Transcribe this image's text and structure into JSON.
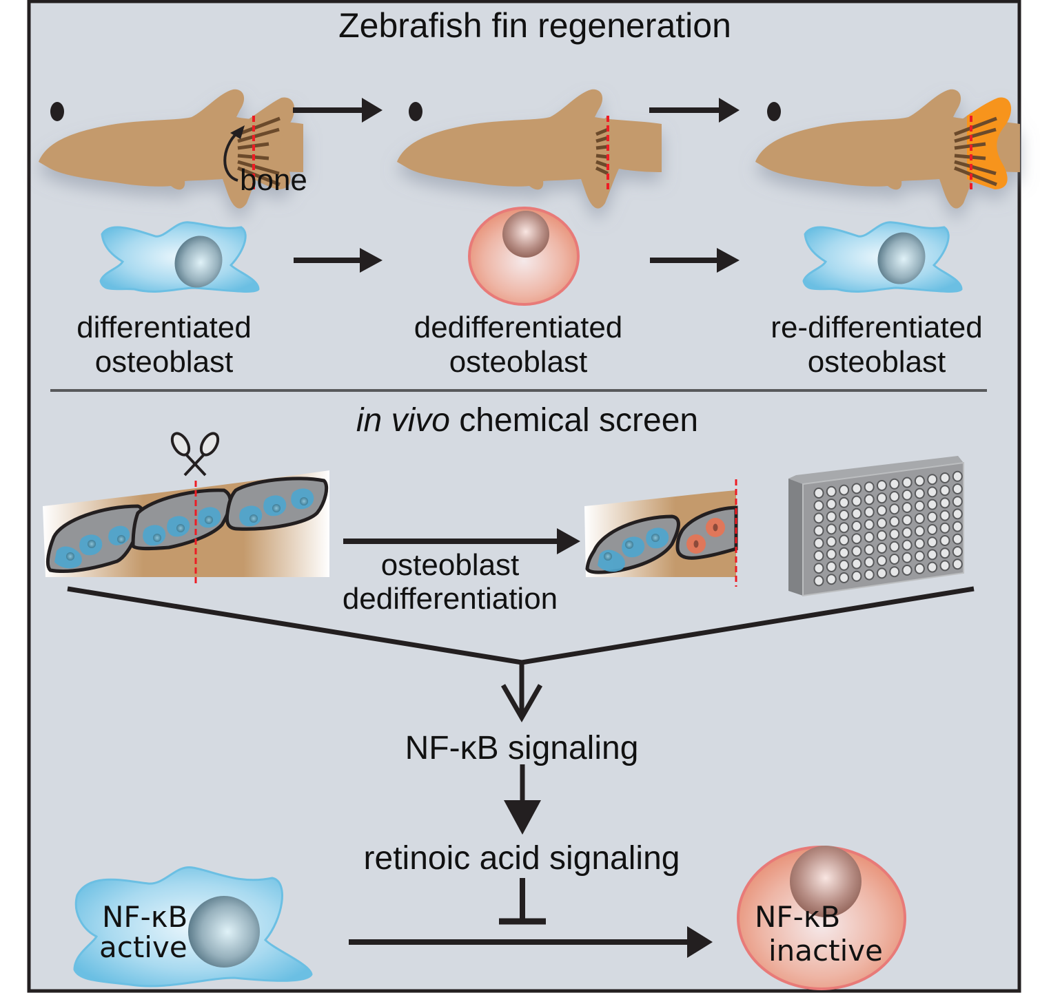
{
  "panel": {
    "background": "#d5dae1",
    "border": "#231f20"
  },
  "top_section": {
    "title": "Zebrafish fin regeneration",
    "bone_label": "bone",
    "fish_stages": [
      {
        "name": "intact fin"
      },
      {
        "name": "amputated fin"
      },
      {
        "name": "regenerated fin"
      }
    ],
    "cell_stages": [
      {
        "line1": "differentiated",
        "line2": "osteoblast",
        "type": "differentiated"
      },
      {
        "line1": "dedifferentiated",
        "line2": "osteoblast",
        "type": "dedifferentiated"
      },
      {
        "line1": "re-differentiated",
        "line2": "osteoblast",
        "type": "re-differentiated"
      }
    ]
  },
  "bottom_section": {
    "title_italic": "in vivo",
    "title_rest": " chemical screen",
    "process_label_line1": "osteoblast",
    "process_label_line2": "dedifferentiation",
    "plate_wells": {
      "rows": 8,
      "cols": 12
    },
    "pathway": [
      {
        "label": "NF-κB signaling"
      },
      {
        "label": "retinoic acid signaling"
      }
    ],
    "left_cell": {
      "line1": "NF-κB",
      "line2": "active"
    },
    "right_cell": {
      "line1": "NF-κB",
      "line2": "inactive"
    }
  },
  "colors": {
    "fish_body": "#c49a6c",
    "fin_rays": "#6b4a2b",
    "regenerate": "#f7941d",
    "cut_line": "#ed1c24",
    "osteoblast_blue": "#6bbfe3",
    "dediff_red": "#e8866e",
    "arrow": "#231f20",
    "plate_gray": "#9a9b9e"
  }
}
